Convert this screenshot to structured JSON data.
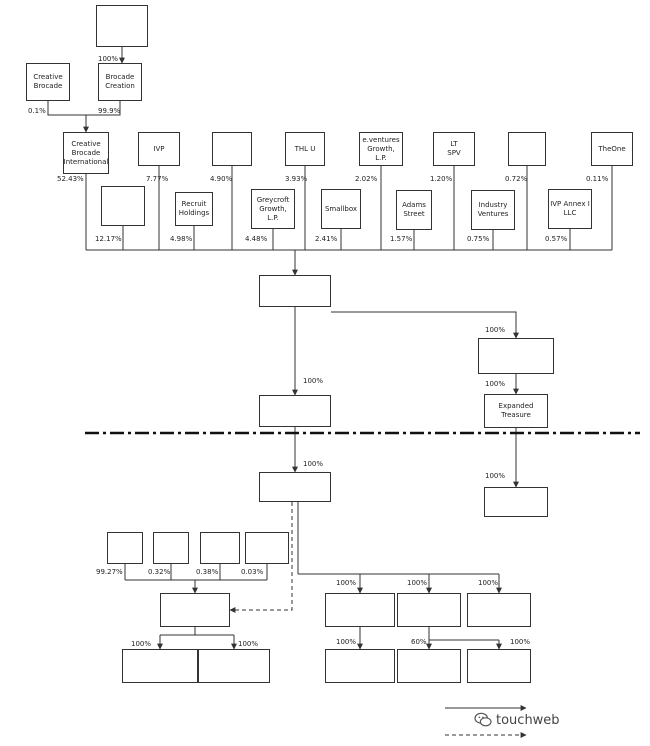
{
  "region_labels": {
    "overseas": "",
    "domestic": ""
  },
  "legend": {
    "solid": "",
    "dashed": ""
  },
  "watermark": "touchweb",
  "percentages": {
    "trust_to_creation": "100%",
    "cbi_from_cb": "0.1%",
    "cbi_from_creation": "99.9%",
    "p_cbi": "52.43%",
    "p_esop": "12.17%",
    "p_ivp": "7.77%",
    "p_recruit": "4.98%",
    "p_jizhe": "4.90%",
    "p_greycroft": "4.48%",
    "p_thl": "3.93%",
    "p_smallbox": "2.41%",
    "p_eventures": "2.02%",
    "p_adams": "1.57%",
    "p_lt": "1.20%",
    "p_industry": "0.75%",
    "p_box12": "0.72%",
    "p_ivp_annex": "0.57%",
    "p_theone": "0.11%",
    "p_hk": "100%",
    "p_langyue": "100%",
    "p_expanded": "100%",
    "p_letuobao": "100%",
    "p_wfoe": "100%",
    "p_liu": "99.27%",
    "p_qin": "0.32%",
    "p_tengxun": "0.38%",
    "p_qipeng": "0.03%",
    "p_szfeiquan": "100%",
    "p_leshouyun": "100%",
    "p_qianhai": "100%",
    "p_gzfeiquan": "100%",
    "p_leshua": "100%",
    "p_baoli": "100%",
    "p_hzqingmang": "60%",
    "p_zhizhang": "100%"
  },
  "boxes": {
    "trust": [
      "",
      "",
      ""
    ],
    "cb": [
      "Creative",
      "Brocade",
      "",
      ""
    ],
    "creation": [
      "Brocade",
      "Creation",
      "",
      ""
    ],
    "cbi": [
      "Creative",
      "Brocade",
      "International",
      ""
    ],
    "esop": [
      "",
      "",
      "",
      ""
    ],
    "ivp": [
      "IVP",
      ""
    ],
    "recruit": [
      "Recruit",
      "Holdings",
      ""
    ],
    "jizhe": [
      "",
      "",
      ""
    ],
    "greycroft": [
      "Greycroft",
      "Growth, L.P.",
      ""
    ],
    "thl": [
      "THL U",
      "",
      ""
    ],
    "smallbox": [
      "Smallbox",
      "",
      ""
    ],
    "eventures": [
      "e.ventures",
      "Growth, L.P.",
      ""
    ],
    "adams": [
      "Adams",
      "Street",
      "",
      ""
    ],
    "lt": [
      "LT",
      "SPV",
      ""
    ],
    "industry": [
      "Industry",
      "Ventures",
      ""
    ],
    "box12": [
      "",
      ""
    ],
    "ivp_annex": [
      "IVP Annex I",
      "LLC",
      ""
    ],
    "theone": [
      "TheOne",
      "",
      ""
    ],
    "company": [
      "",
      ""
    ],
    "langyue": [
      "",
      "",
      ""
    ],
    "expanded": [
      "Expanded",
      "Treasure",
      ""
    ],
    "hk": [
      "",
      ""
    ],
    "wfoe": [
      "",
      ""
    ],
    "letuobao": [
      "",
      ""
    ],
    "liu": [
      ""
    ],
    "qin": [
      ""
    ],
    "tengxun": [
      "",
      ""
    ],
    "qipeng": [
      "",
      ""
    ],
    "szyika": [
      "",
      ""
    ],
    "szfeiquan": [
      "",
      ""
    ],
    "leshouyun": [
      "",
      ""
    ],
    "qianhai": [
      "",
      ""
    ],
    "gzfeiquan": [
      "",
      ""
    ],
    "leshua": [
      "",
      ""
    ],
    "baoli": [
      "",
      ""
    ],
    "hzqingmang": [
      "",
      ""
    ],
    "zhizhang": [
      "",
      ""
    ]
  }
}
